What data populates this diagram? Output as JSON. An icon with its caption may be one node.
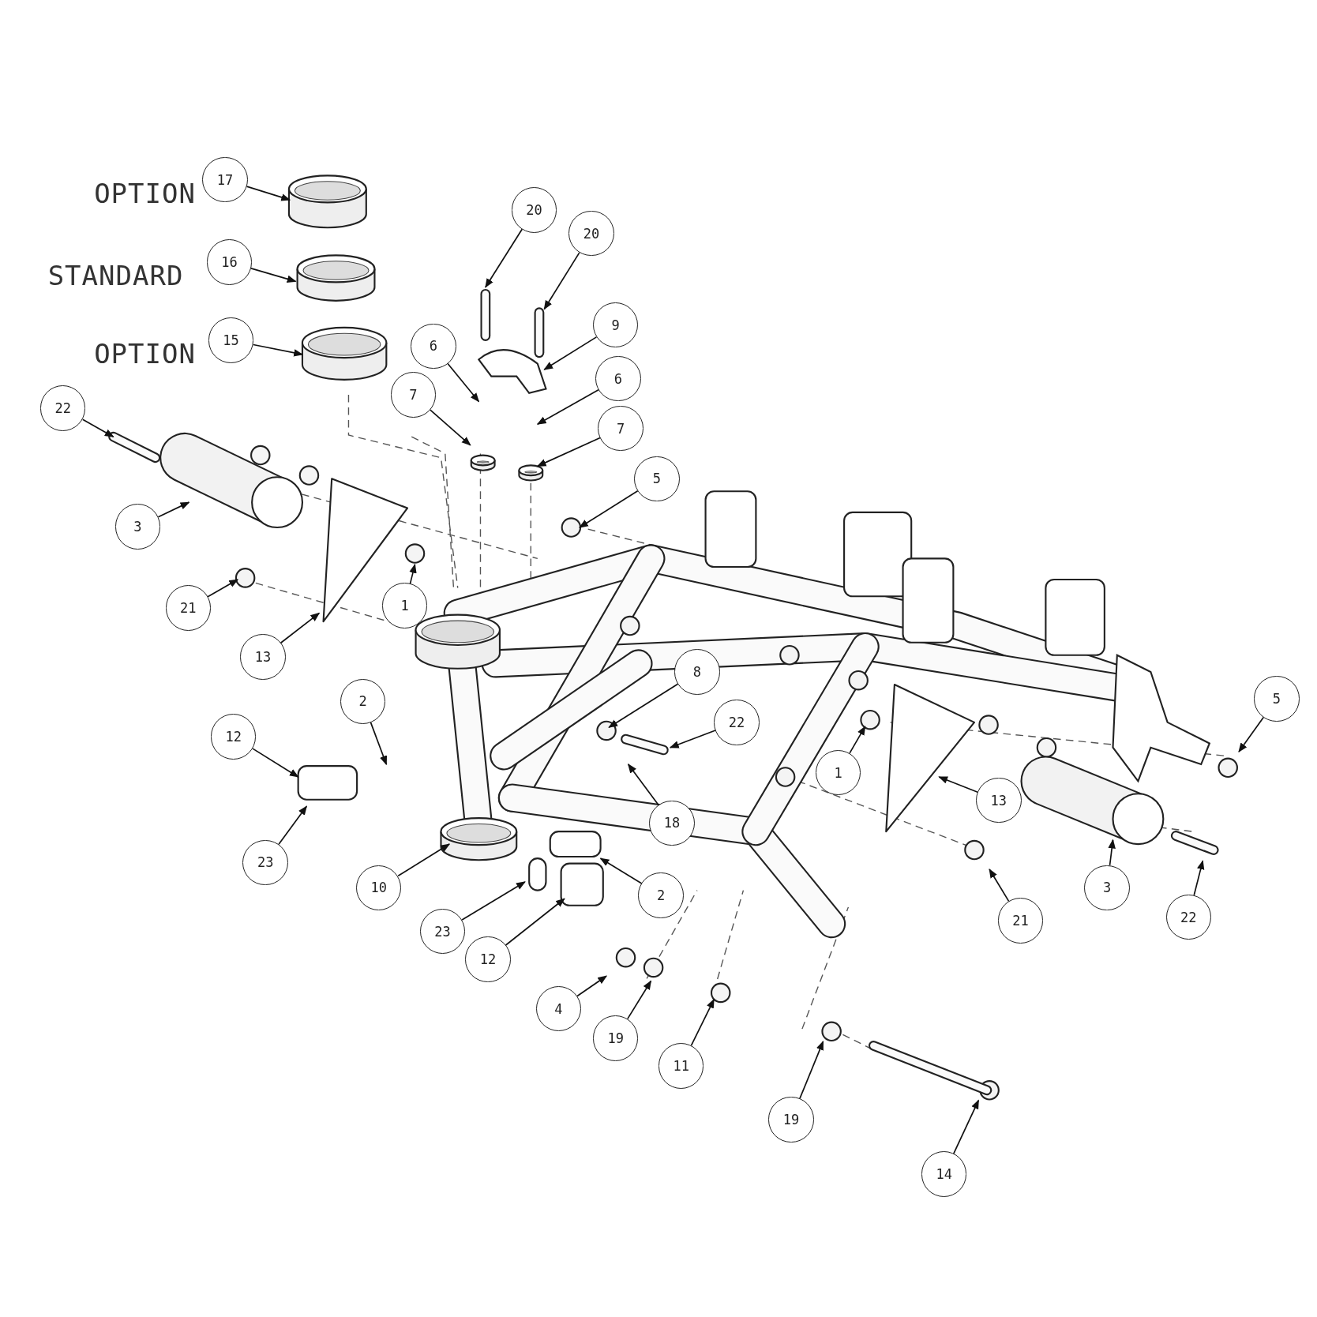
{
  "diagram": {
    "nodes": [
      {
        "text": [
          "17"
        ]
      },
      {
        "text": [
          "16"
        ]
      },
      {
        "text": [
          "15"
        ]
      },
      {
        "text": [
          "20"
        ]
      },
      {
        "text": [
          "20"
        ]
      },
      {
        "text": [
          "9"
        ]
      },
      {
        "text": [
          "6"
        ]
      },
      {
        "text": [
          "6"
        ]
      },
      {
        "text": [
          "7"
        ]
      },
      {
        "text": [
          "7"
        ]
      },
      {
        "text": [
          "22"
        ]
      },
      {
        "text": [
          "5"
        ]
      },
      {
        "text": [
          "3"
        ]
      },
      {
        "text": [
          "21"
        ]
      },
      {
        "text": [
          "1"
        ]
      },
      {
        "text": [
          "13"
        ]
      },
      {
        "text": [
          "2"
        ]
      },
      {
        "text": [
          "12"
        ]
      },
      {
        "text": [
          "8"
        ]
      },
      {
        "text": [
          "22"
        ]
      },
      {
        "text": [
          "18"
        ]
      },
      {
        "text": [
          "1"
        ]
      },
      {
        "text": [
          "13"
        ]
      },
      {
        "text": [
          "5"
        ]
      },
      {
        "text": [
          "23"
        ]
      },
      {
        "text": [
          "10"
        ]
      },
      {
        "text": [
          "2"
        ]
      },
      {
        "text": [
          "23"
        ]
      },
      {
        "text": [
          "12"
        ]
      },
      {
        "text": [
          "3"
        ]
      },
      {
        "text": [
          "21"
        ]
      },
      {
        "text": [
          "22"
        ]
      },
      {
        "text": [
          "4"
        ]
      },
      {
        "text": [
          "19"
        ]
      },
      {
        "text": [
          "11"
        ]
      },
      {
        "text": [
          "19"
        ]
      },
      {
        "text": [
          "14"
        ]
      }
    ],
    "edges": [
      {
        "from": 0,
        "to": null,
        "arrow": "to"
      },
      {
        "from": 1,
        "to": null,
        "arrow": "to"
      },
      {
        "from": 2,
        "to": null,
        "arrow": "to"
      },
      {
        "from": 3,
        "to": null,
        "arrow": "to"
      },
      {
        "from": 4,
        "to": null,
        "arrow": "to"
      },
      {
        "from": 5,
        "to": null,
        "arrow": "to"
      },
      {
        "from": 6,
        "to": null,
        "arrow": "to"
      },
      {
        "from": 7,
        "to": null,
        "arrow": "to"
      },
      {
        "from": 8,
        "to": null,
        "arrow": "to"
      },
      {
        "from": 9,
        "to": null,
        "arrow": "to"
      },
      {
        "from": 10,
        "to": null,
        "arrow": "to"
      },
      {
        "from": 11,
        "to": null,
        "arrow": "to"
      },
      {
        "from": 12,
        "to": null,
        "arrow": "to"
      },
      {
        "from": 13,
        "to": null,
        "arrow": "to"
      },
      {
        "from": 14,
        "to": null,
        "arrow": "to"
      },
      {
        "from": 15,
        "to": null,
        "arrow": "to"
      },
      {
        "from": 16,
        "to": null,
        "arrow": "to"
      },
      {
        "from": 17,
        "to": null,
        "arrow": "to"
      },
      {
        "from": 18,
        "to": null,
        "arrow": "to"
      },
      {
        "from": 19,
        "to": null,
        "arrow": "to"
      },
      {
        "from": 20,
        "to": null,
        "arrow": "to"
      },
      {
        "from": 21,
        "to": null,
        "arrow": "to"
      },
      {
        "from": 22,
        "to": null,
        "arrow": "to"
      },
      {
        "from": 23,
        "to": null,
        "arrow": "to"
      },
      {
        "from": 24,
        "to": null,
        "arrow": "to"
      },
      {
        "from": 25,
        "to": null,
        "arrow": "to"
      },
      {
        "from": 26,
        "to": null,
        "arrow": "to"
      },
      {
        "from": 27,
        "to": null,
        "arrow": "to"
      },
      {
        "from": 28,
        "to": null,
        "arrow": "to"
      },
      {
        "from": 29,
        "to": null,
        "arrow": "to"
      },
      {
        "from": 30,
        "to": null,
        "arrow": "to"
      },
      {
        "from": 31,
        "to": null,
        "arrow": "to"
      },
      {
        "from": 32,
        "to": null,
        "arrow": "to"
      },
      {
        "from": 33,
        "to": null,
        "arrow": "to"
      },
      {
        "from": 34,
        "to": null,
        "arrow": "to"
      },
      {
        "from": 35,
        "to": null,
        "arrow": "to"
      },
      {
        "from": 36,
        "to": null,
        "arrow": "to"
      }
    ],
    "labels": [
      "OPTION",
      "STANDARD",
      "OPTION"
    ]
  }
}
